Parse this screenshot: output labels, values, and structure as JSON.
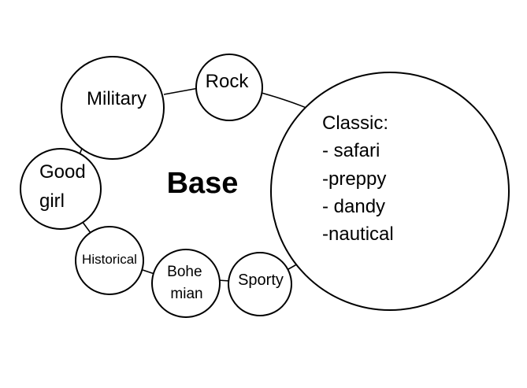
{
  "diagram": {
    "center_label": "Base",
    "nodes": {
      "military": {
        "lines": [
          "Military"
        ]
      },
      "rock": {
        "lines": [
          "Rock"
        ]
      },
      "classic": {
        "lines": [
          "Classic:",
          "- safari",
          "-preppy",
          "- dandy",
          "-nautical"
        ]
      },
      "good_girl": {
        "lines": [
          "Good",
          "girl"
        ]
      },
      "historical": {
        "lines": [
          "Historical"
        ]
      },
      "bohemian": {
        "lines": [
          "Bohe",
          "mian"
        ]
      },
      "sporty": {
        "lines": [
          "Sporty"
        ]
      }
    },
    "colors": {
      "stroke": "#000000",
      "fill": "#ffffff",
      "text": "#000000"
    }
  }
}
